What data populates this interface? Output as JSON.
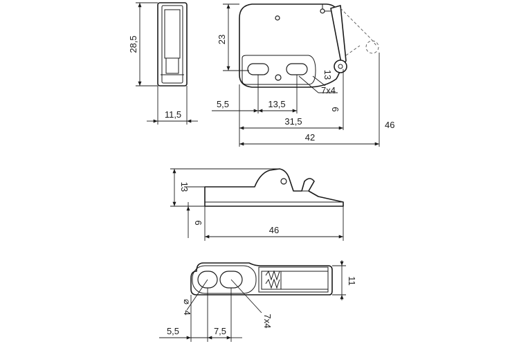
{
  "dimensions": {
    "height_28_5": "28,5",
    "width_11_5": "11,5",
    "height_23": "23",
    "slot_13": "13",
    "slot_7x4_top": "7x4",
    "offset_5_5_top": "5,5",
    "spacing_13_5": "13,5",
    "depth_6_top": "6",
    "length_31_5": "31,5",
    "height_46": "46",
    "length_42": "42",
    "side_13": "13",
    "side_6": "6",
    "side_46": "46",
    "bottom_11": "11",
    "diameter_4": "4",
    "diameter_symbol": "⌀",
    "bottom_7x4": "7x4",
    "offset_5_5_bottom": "5,5",
    "spacing_7_5": "7,5"
  }
}
